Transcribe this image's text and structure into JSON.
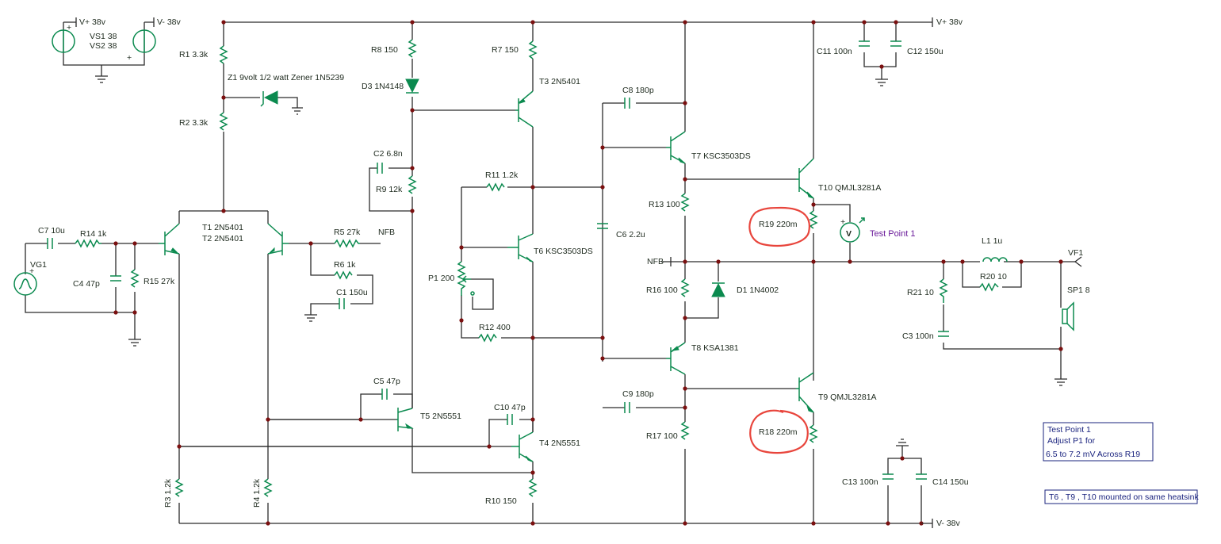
{
  "labels": {
    "vpos_src": "V+ 38v",
    "vneg_src": "V- 38v",
    "vs1": "VS1 38",
    "vs2": "VS2 38",
    "vpos_rail": "V+ 38v",
    "vneg_rail": "V- 38v",
    "r1": "R1 3.3k",
    "z1": "Z1 9volt 1/2 watt Zener 1N5239",
    "r2": "R2 3.3k",
    "r8": "R8 150",
    "d3": "D3 1N4148",
    "r7": "R7 150",
    "t3": "T3 2N5401",
    "c8": "C8 180p",
    "t7": "T7 KSC3503DS",
    "c11": "C11 100n",
    "c12": "C12 150u",
    "c2": "C2 6.8n",
    "r9": "R9 12k",
    "r11": "R11 1.2k",
    "t10": "T10 QMJL3281A",
    "r13": "R13 100",
    "r19": "R19 220m",
    "test_point": "Test Point 1",
    "c7": "C7 10u",
    "r14": "R14 1k",
    "t1": "T1 2N5401",
    "t2": "T2 2N5401",
    "r5": "R5 27k",
    "nfb_out": "NFB",
    "c6": "C6 2.2u",
    "vg1": "VG1",
    "c4": "C4 47p",
    "r15": "R15 27k",
    "r6": "R6 1k",
    "p1": "P1 200",
    "t6": "T6 KSC3503DS",
    "nfb_in": "NFB",
    "l1": "L1 1u",
    "vf1": "VF1",
    "c1": "C1 150u",
    "r16": "R16 100",
    "d1": "D1 1N4002",
    "r20": "R20 10",
    "r21": "R21 10",
    "sp1": "SP1 8",
    "r12": "R12 400",
    "c3": "C3 100n",
    "t8": "T8 KSA1381",
    "c5": "C5 47p",
    "c9": "C9 180p",
    "t9": "T9 QMJL3281A",
    "t5": "T5 2N5551",
    "c10": "C10 47p",
    "r17": "R17 100",
    "r18": "R18 220m",
    "t4": "T4 2N5551",
    "r3": "R3 1.2k",
    "r4": "R4 1.2k",
    "r10": "R10 150",
    "c13": "C13 100n",
    "c14": "C14 150u",
    "meter": "V"
  },
  "notes": {
    "adjust": [
      "Test Point 1",
      "Adjust P1 for",
      " 6.5 to 7.2 mV Across R19"
    ],
    "heatsink": "T6 , T9 , T10 mounted on same heatsink"
  },
  "colors": {
    "wire": "#2b2b2b",
    "component": "#0b8a4f",
    "junction": "#7b1010",
    "highlight": "#e8453c",
    "note_text": "#1a237e"
  }
}
